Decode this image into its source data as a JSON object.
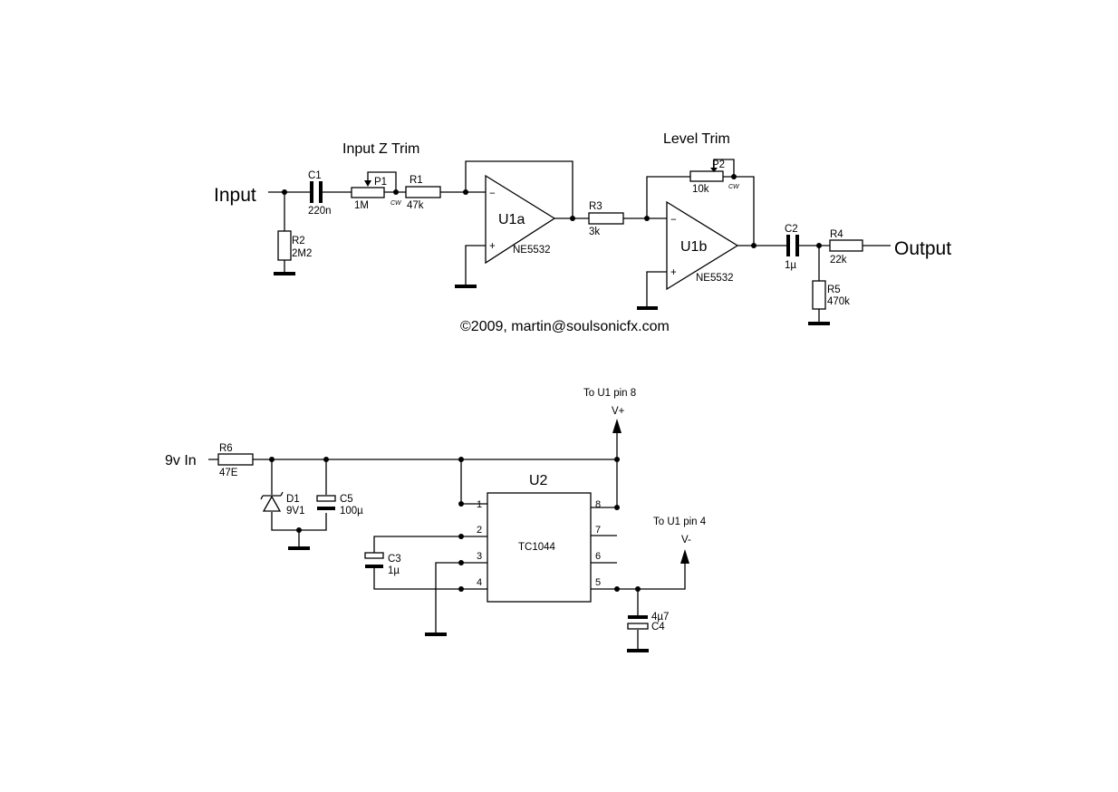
{
  "signal_chain": {
    "input_label": "Input",
    "output_label": "Output",
    "input_z_trim_label": "Input Z Trim",
    "level_trim_label": "Level Trim",
    "copyright": "©2009, martin@soulsonicfx.com"
  },
  "components": {
    "C1": {
      "ref": "C1",
      "value": "220n"
    },
    "R2": {
      "ref": "R2",
      "value": "2M2"
    },
    "P1": {
      "ref": "P1",
      "value": "1M",
      "cw": "CW"
    },
    "R1": {
      "ref": "R1",
      "value": "47k"
    },
    "U1a": {
      "ref": "U1a",
      "part": "NE5532"
    },
    "R3": {
      "ref": "R3",
      "value": "3k"
    },
    "P2": {
      "ref": "P2",
      "value": "10k",
      "cw": "CW"
    },
    "U1b": {
      "ref": "U1b",
      "part": "NE5532"
    },
    "C2": {
      "ref": "C2",
      "value": "1µ"
    },
    "R4": {
      "ref": "R4",
      "value": "22k"
    },
    "R5": {
      "ref": "R5",
      "value": "470k"
    },
    "R6": {
      "ref": "R6",
      "value": "47E"
    },
    "D1": {
      "ref": "D1",
      "value": "9V1"
    },
    "C5": {
      "ref": "C5",
      "value": "100µ"
    },
    "C3": {
      "ref": "C3",
      "value": "1µ"
    },
    "C4": {
      "ref": "C4",
      "value": "4µ7"
    },
    "U2": {
      "ref": "U2",
      "part": "TC1044"
    }
  },
  "opamp_pins": {
    "minus": "−",
    "plus": "+"
  },
  "power": {
    "input_label": "9v In",
    "vplus_note": "To U1 pin 8",
    "vplus_label": "V+",
    "vminus_note": "To U1 pin 4",
    "vminus_label": "V-",
    "u2_pins": [
      "1",
      "2",
      "3",
      "4",
      "5",
      "6",
      "7",
      "8"
    ]
  }
}
